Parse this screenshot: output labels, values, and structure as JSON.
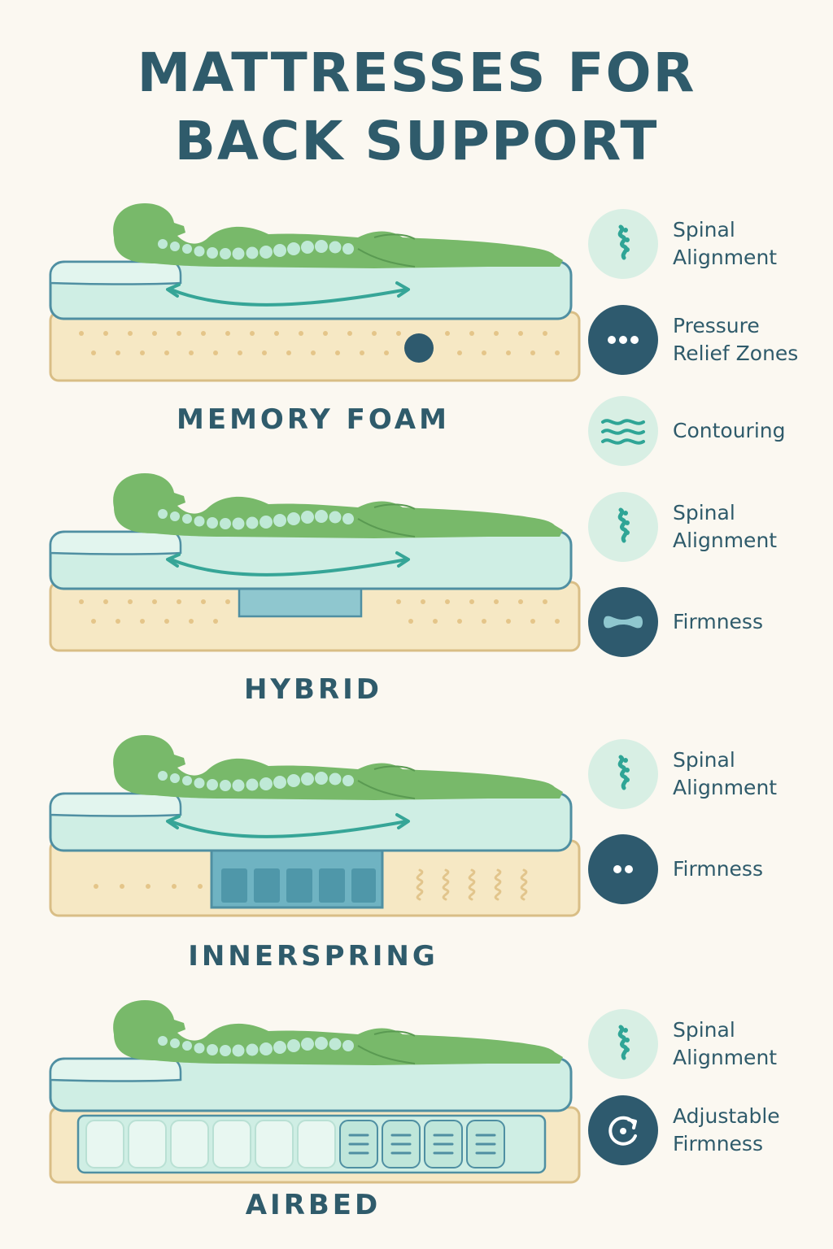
{
  "title": {
    "line1": "MATTRESSES FOR",
    "line2": "BACK SUPPORT"
  },
  "colors": {
    "title": "#2f5b6b",
    "body": "#78b96a",
    "top_layer": "#cfeee4",
    "base": "#f6e8c4",
    "accent": "#2fa596",
    "dark_circle": "#2e5a6e"
  },
  "mattresses": [
    {
      "label": "MEMORY FOAM",
      "features": [
        {
          "icon": "spine-icon",
          "line1": "Spinal",
          "line2": "Alignment"
        },
        {
          "icon": "dots-icon",
          "line1": "Pressure",
          "line2": "Relief Zones"
        },
        {
          "icon": "waves-icon",
          "line1": "Contouring",
          "line2": ""
        }
      ]
    },
    {
      "label": "HYBRID",
      "features": [
        {
          "icon": "spine-icon",
          "line1": "Spinal",
          "line2": "Alignment"
        },
        {
          "icon": "bone-icon",
          "line1": "Firmness",
          "line2": ""
        }
      ]
    },
    {
      "label": "INNERSPRING",
      "features": [
        {
          "icon": "spine-icon",
          "line1": "Spinal",
          "line2": "Alignment"
        },
        {
          "icon": "two-dots-icon",
          "line1": "Firmness",
          "line2": ""
        }
      ]
    },
    {
      "label": "AIRBED",
      "features": [
        {
          "icon": "spine-icon",
          "line1": "Spinal",
          "line2": "Alignment"
        },
        {
          "icon": "rotate-icon",
          "line1": "Adjustable",
          "line2": "Firmness"
        }
      ]
    }
  ]
}
